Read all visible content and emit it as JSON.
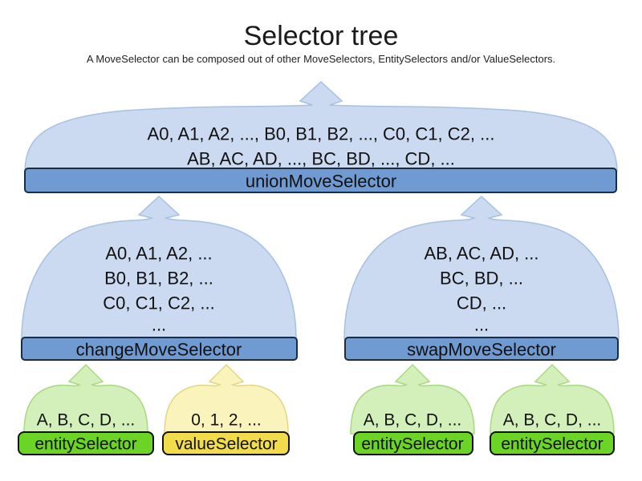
{
  "title": "Selector tree",
  "subtitle": "A MoveSelector can be composed out of other MoveSelectors, EntitySelectors and/or ValueSelectors.",
  "colors": {
    "cloud_blue": "#cbdaf0",
    "cloud_blue_stroke": "#a6c1e2",
    "bar_blue": "#6f9bd2",
    "bar_blue_stroke": "#1c2c44",
    "cloud_green": "#d3f0bb",
    "cloud_green_stroke": "#a7d97f",
    "bar_green": "#6cd425",
    "cloud_yellow": "#fbf3bc",
    "cloud_yellow_stroke": "#e3d683",
    "bar_yellow": "#f2dc4b",
    "bar_dark_stroke": "#111111",
    "text": "#111111"
  },
  "nodes": {
    "union": {
      "label": "unionMoveSelector",
      "lines": [
        "A0, A1, A2, ..., B0, B1, B2, ..., C0, C1, C2, ...",
        "AB, AC, AD, ..., BC, BD, ..., CD, ..."
      ]
    },
    "change": {
      "label": "changeMoveSelector",
      "lines": [
        "A0, A1, A2, ...",
        "B0, B1, B2, ...",
        "C0, C1, C2, ...",
        "..."
      ]
    },
    "swap": {
      "label": "swapMoveSelector",
      "lines": [
        "AB, AC, AD, ...",
        "BC, BD, ...",
        "CD, ...",
        "..."
      ]
    },
    "entity1": {
      "label": "entitySelector",
      "items": "A, B, C, D, ..."
    },
    "value1": {
      "label": "valueSelector",
      "items": "0, 1, 2, ..."
    },
    "entity2": {
      "label": "entitySelector",
      "items": "A, B, C, D, ..."
    },
    "entity3": {
      "label": "entitySelector",
      "items": "A, B, C, D, ..."
    }
  }
}
